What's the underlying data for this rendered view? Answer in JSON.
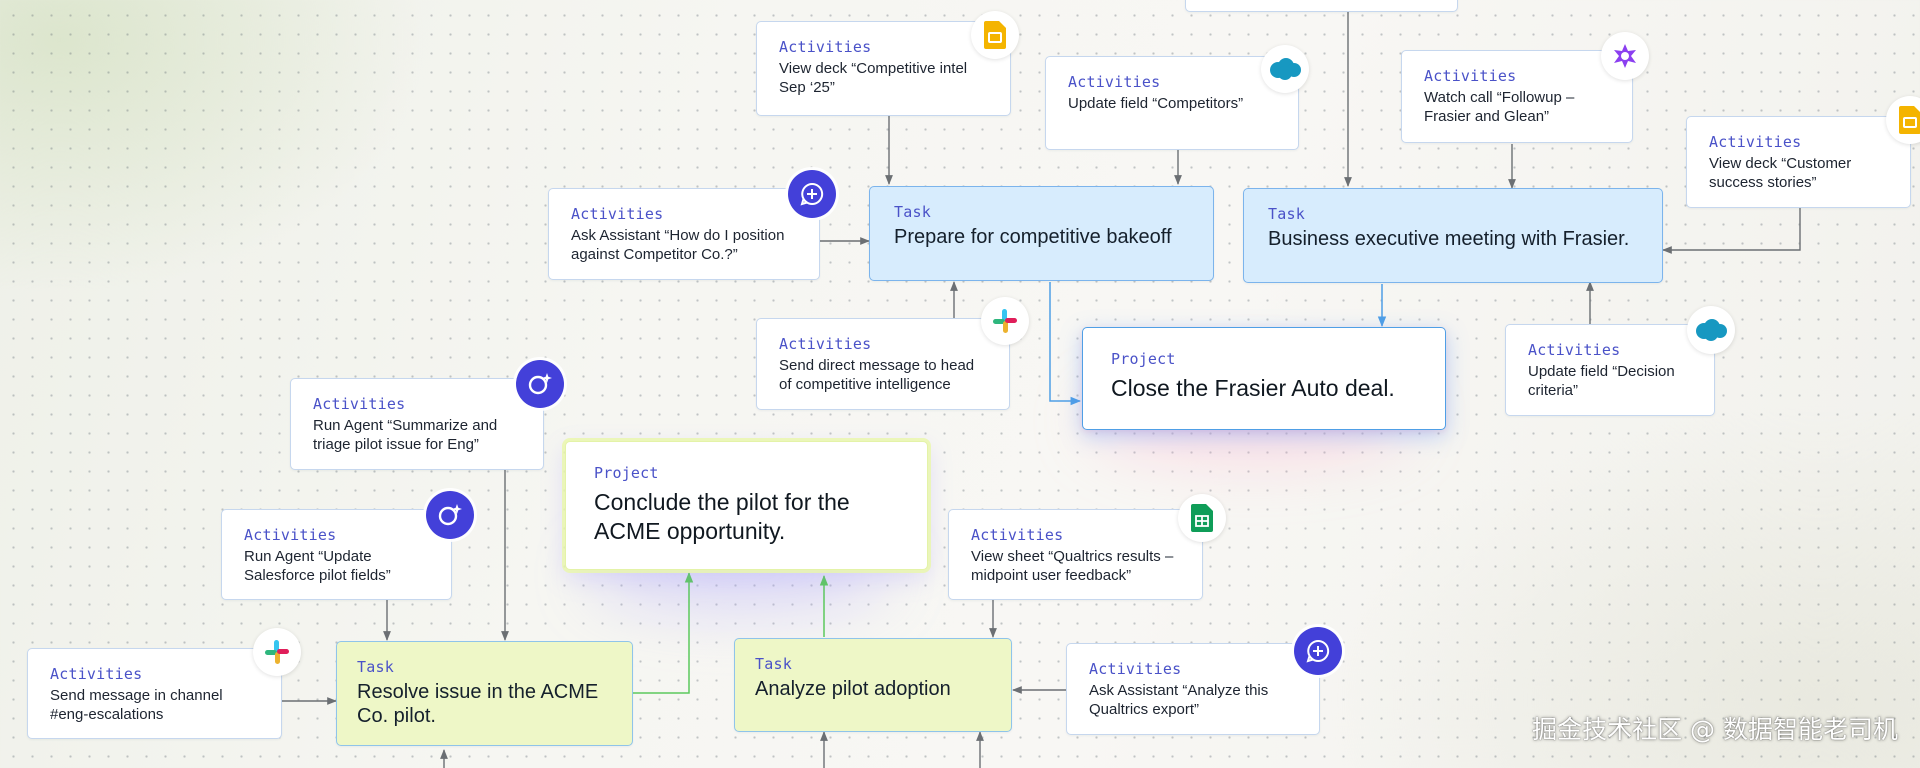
{
  "colors": {
    "activity_label": "#4a52c8",
    "task_blue_fill": "#d7ecfd",
    "task_green_fill": "#eef7c7",
    "connector_gray": "#6b6f73",
    "connector_green": "#5cc95c",
    "connector_blue": "#4f9fe6",
    "assistant_purple": "#4340d9"
  },
  "projects": [
    {
      "label": "Project",
      "title": "Close the Frasier Auto deal."
    },
    {
      "label": "Project",
      "title": "Conclude the pilot for the ACME opportunity."
    }
  ],
  "tasks": [
    {
      "label": "Task",
      "title": "Prepare for competitive bakeoff"
    },
    {
      "label": "Task",
      "title": "Business executive meeting with Frasier."
    },
    {
      "label": "Task",
      "title": "Resolve issue in the ACME Co. pilot."
    },
    {
      "label": "Task",
      "title": "Analyze pilot adoption"
    }
  ],
  "activities": [
    {
      "label": "Activities",
      "text": "View deck “Competitive intel Sep ‘25”",
      "icon": "google-slides-icon"
    },
    {
      "label": "Activities",
      "text": "Update field “Competitors”",
      "icon": "salesforce-icon"
    },
    {
      "label": "Activities",
      "text": "Watch call “Followup – Frasier and Glean”",
      "icon": "gong-icon"
    },
    {
      "label": "Activities",
      "text": "View deck “Customer success stories”",
      "icon": "google-slides-icon"
    },
    {
      "label": "Activities",
      "text": "Ask Assistant “How do I position against Competitor Co.?”",
      "icon": "assistant-icon"
    },
    {
      "label": "Activities",
      "text": "Send direct message to head of competitive intelligence",
      "icon": "slack-icon"
    },
    {
      "label": "Activities",
      "text": "Update field “Decision criteria”",
      "icon": "salesforce-icon"
    },
    {
      "label": "Activities",
      "text": "Run Agent “Summarize and triage pilot issue for Eng”",
      "icon": "agent-icon"
    },
    {
      "label": "Activities",
      "text": "Run Agent “Update Salesforce pilot fields”",
      "icon": "agent-icon"
    },
    {
      "label": "Activities",
      "text": "View sheet “Qualtrics results – midpoint user feedback”",
      "icon": "google-sheets-icon"
    },
    {
      "label": "Activities",
      "text": "Send message in channel #eng-escalations",
      "icon": "slack-icon"
    },
    {
      "label": "Activities",
      "text": "Ask Assistant “Analyze this Qualtrics export”",
      "icon": "assistant-icon"
    }
  ],
  "watermark": "掘金技术社区 @ 数据智能老司机"
}
